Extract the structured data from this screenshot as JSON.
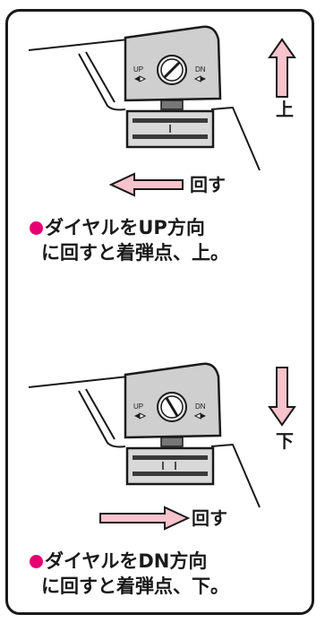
{
  "panels": [
    {
      "direction_label": "上",
      "turn_label": "回す",
      "dial_up_text": "UP",
      "dial_dn_text": "DN",
      "caption_line1": "ダイヤルをUP方向",
      "caption_line2": "に回すと着弾点、上。"
    },
    {
      "direction_label": "下",
      "turn_label": "回す",
      "dial_up_text": "UP",
      "dial_dn_text": "DN",
      "caption_line1": "ダイヤルをDN方向",
      "caption_line2": "に回すと着弾点、下。"
    }
  ],
  "colors": {
    "arrow_fill": "#f7c3cc",
    "bullet": "#e60073",
    "housing": "#cfcfcf",
    "outline": "#1a1a1a"
  }
}
